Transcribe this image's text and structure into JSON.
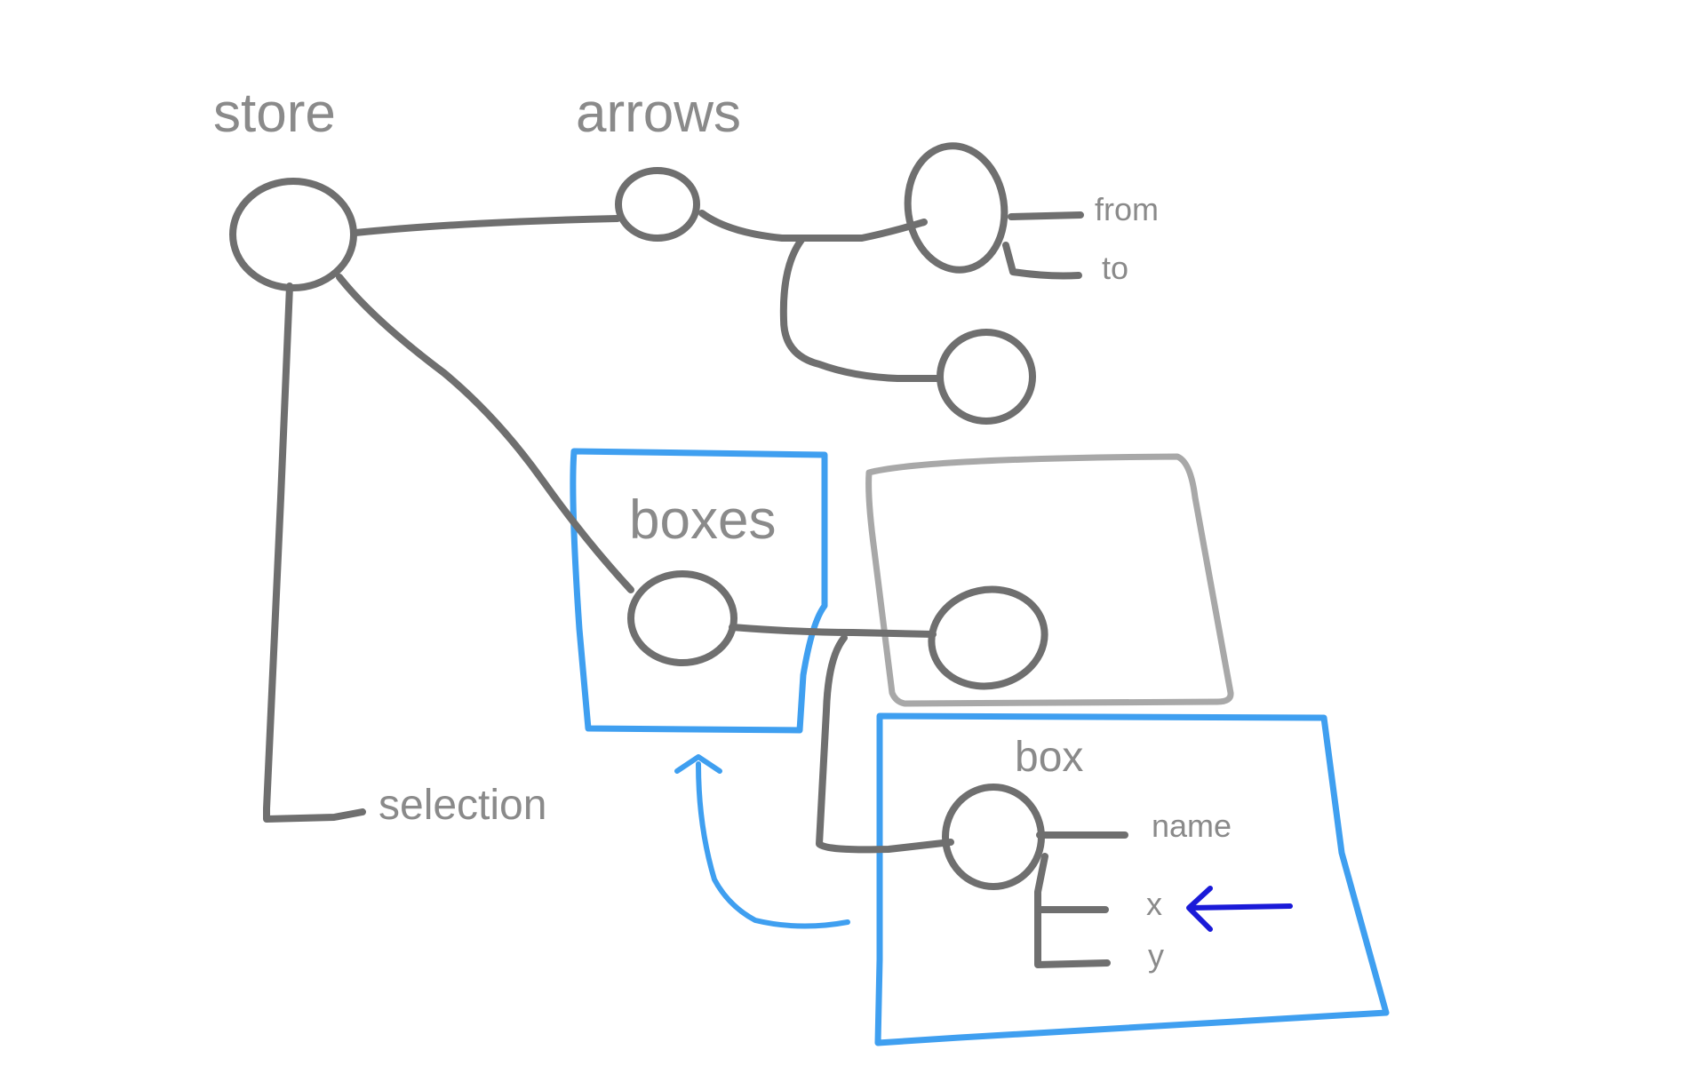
{
  "diagram": {
    "labels": {
      "store": "store",
      "arrows": "arrows",
      "from": "from",
      "to": "to",
      "selection": "selection",
      "boxes": "boxes",
      "box": "box",
      "name": "name",
      "x": "x",
      "y": "y"
    },
    "colors": {
      "line": "#6f6f6f",
      "text": "#8a8a8a",
      "highlight_frame": "#3f9ff0",
      "ghost_frame": "#a8a8a8",
      "pointer_arrow": "#1a1ad8"
    }
  }
}
